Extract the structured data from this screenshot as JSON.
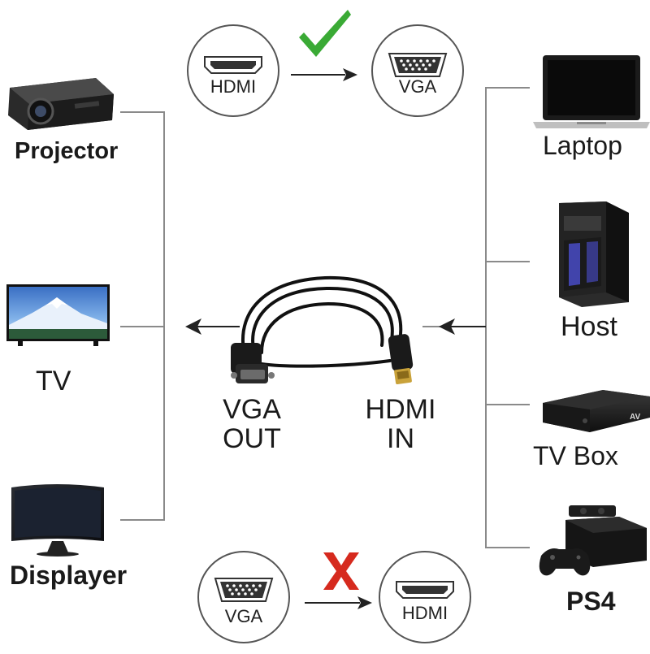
{
  "top_badge": {
    "from_label": "HDMI",
    "to_label": "VGA",
    "status_icon": "check-mark-icon",
    "status_color": "#3aaa35"
  },
  "bottom_badge": {
    "from_label": "VGA",
    "to_label": "HDMI",
    "status_icon": "cross-mark-icon",
    "status_color": "#d62a1e"
  },
  "outputs": [
    {
      "label": "Projector",
      "icon": "projector-icon"
    },
    {
      "label": "TV",
      "icon": "tv-icon"
    },
    {
      "label": "Displayer",
      "icon": "monitor-icon"
    }
  ],
  "inputs": [
    {
      "label": "Laptop",
      "icon": "laptop-icon"
    },
    {
      "label": "Host",
      "icon": "pc-tower-icon"
    },
    {
      "label": "TV Box",
      "icon": "tv-box-icon"
    },
    {
      "label": "PS4",
      "icon": "console-icon"
    }
  ],
  "cable": {
    "vga_end": [
      "VGA",
      "OUT"
    ],
    "hdmi_end": [
      "HDMI",
      "IN"
    ]
  },
  "colors": {
    "connector_line": "#8a8a8a",
    "arrow": "#222222",
    "cable": "#111111"
  }
}
